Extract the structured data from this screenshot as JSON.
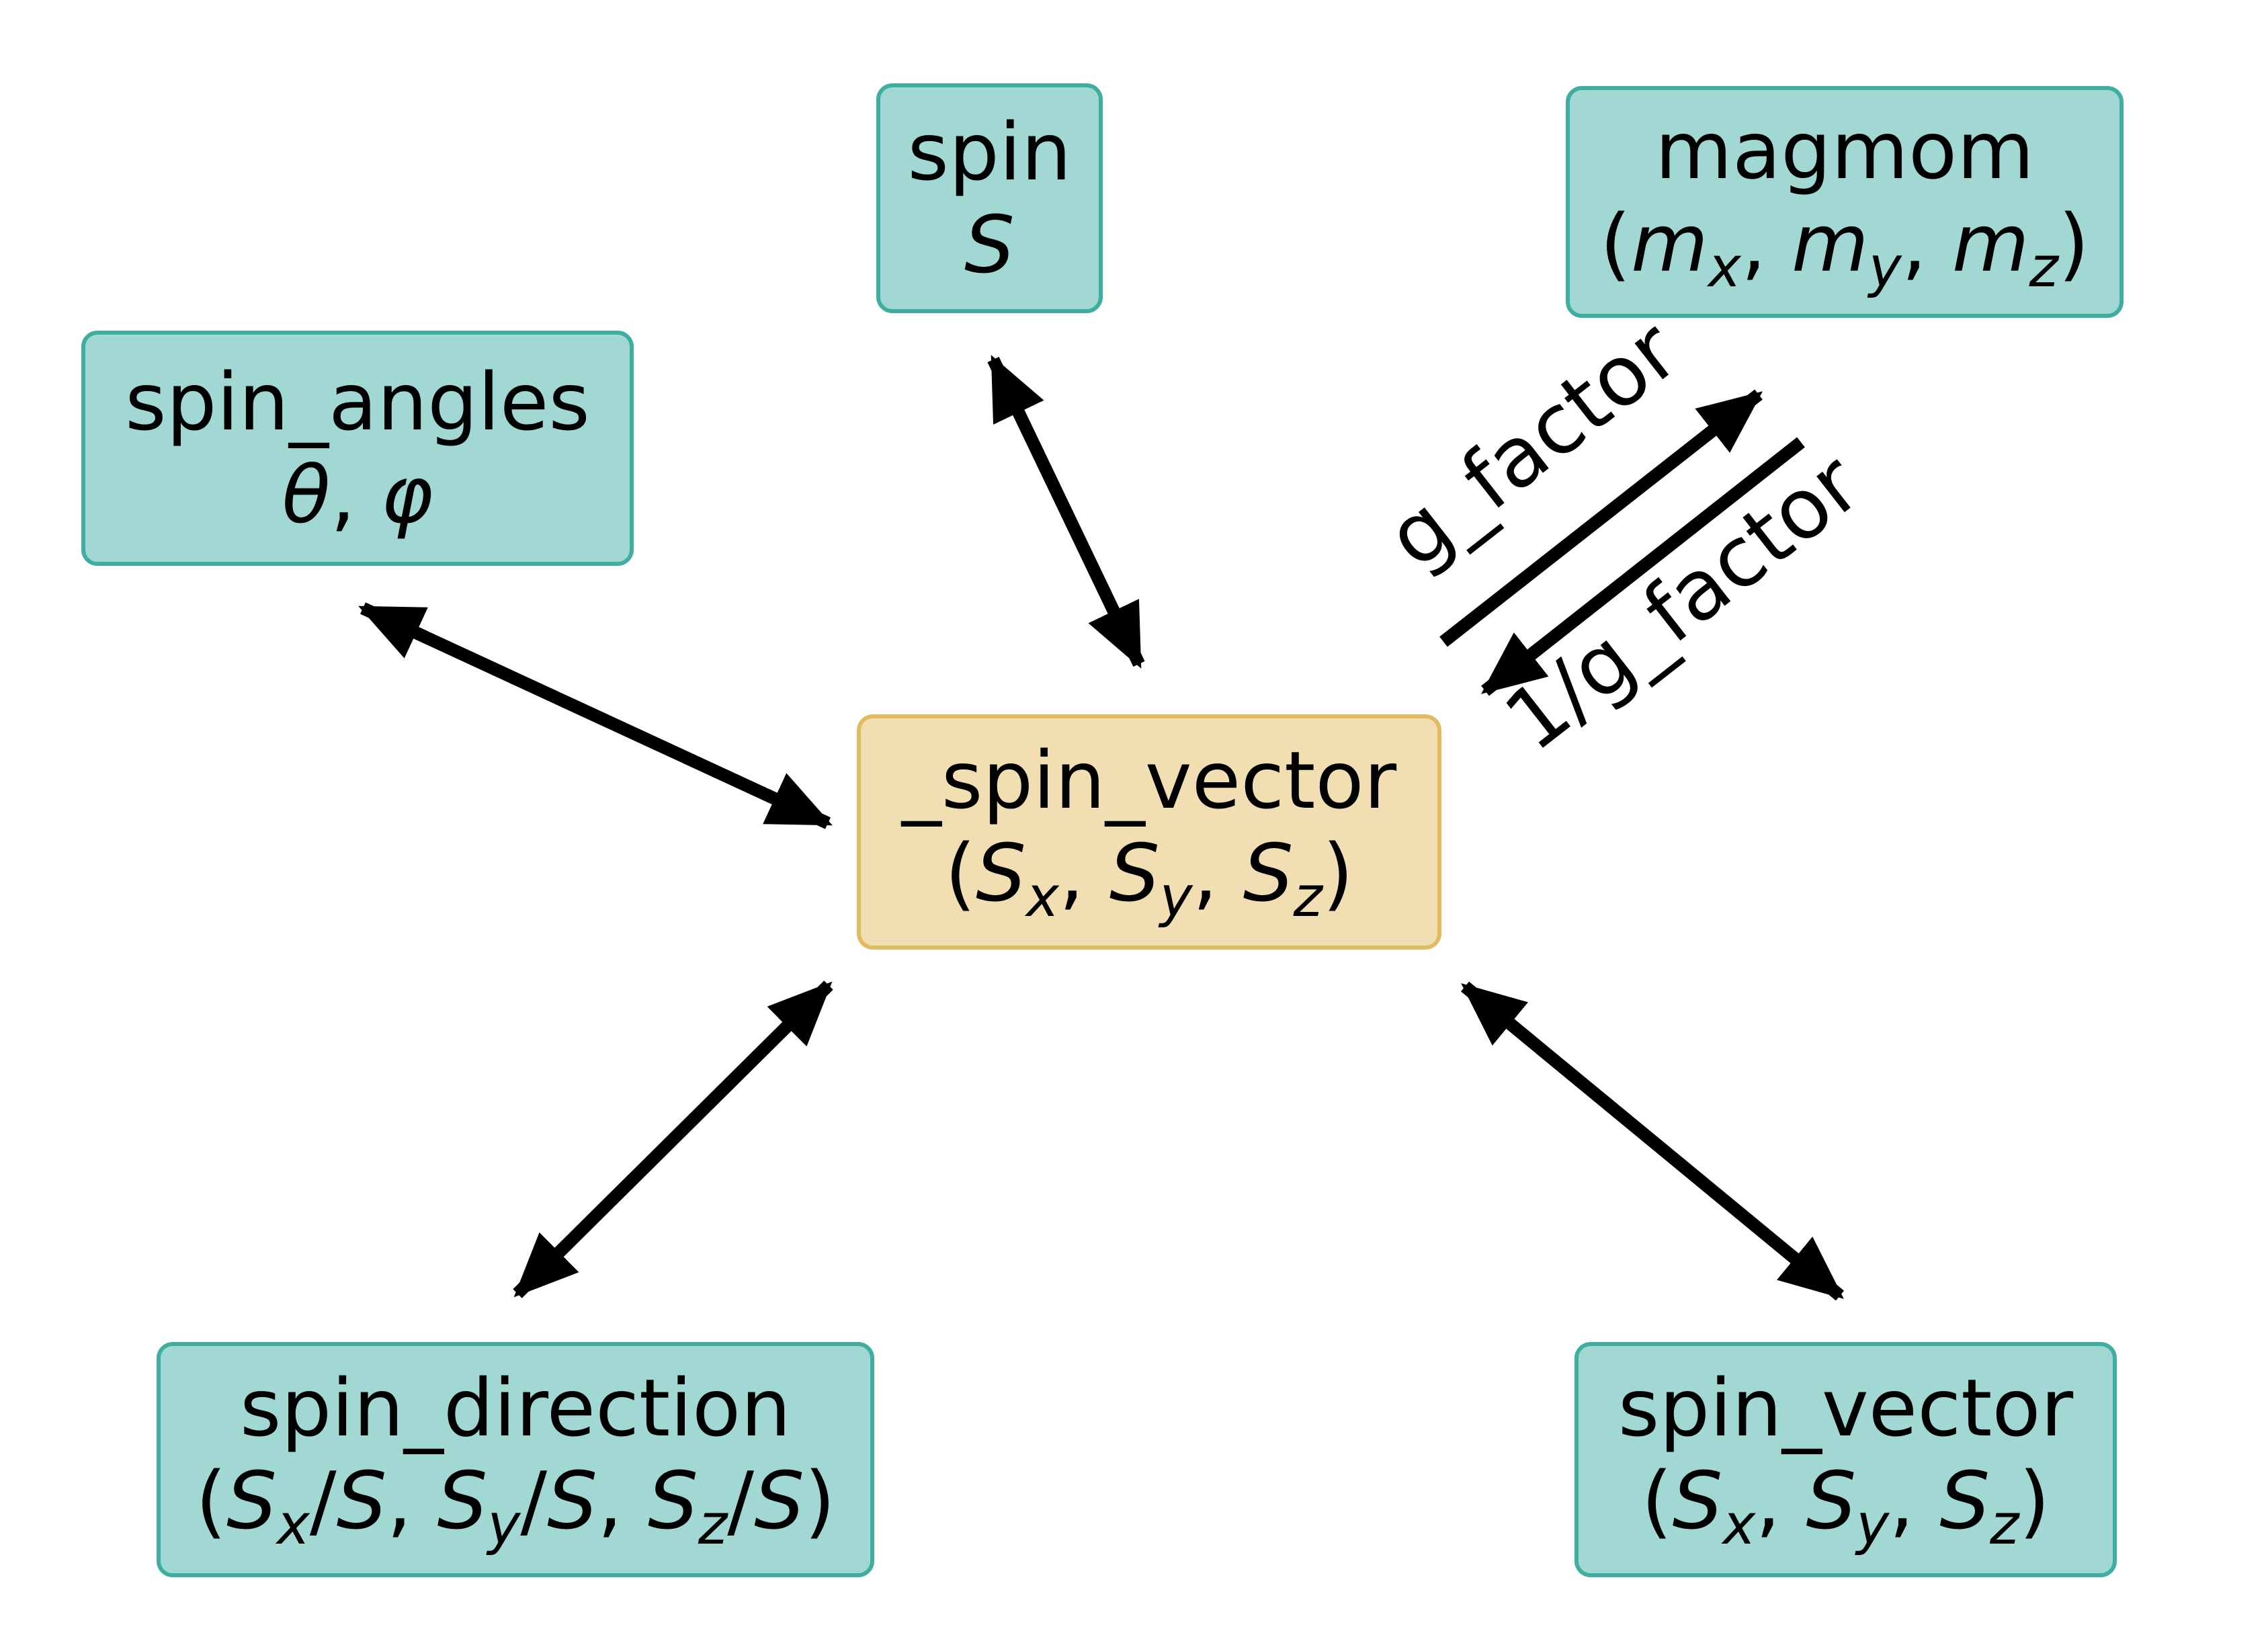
{
  "nodes": {
    "spin": {
      "name": "spin",
      "S": "S"
    },
    "magmom": {
      "name": "magmom",
      "m": "m",
      "x": "x",
      "y": "y",
      "z": "z"
    },
    "spin_angles": {
      "name": "spin_angles",
      "theta": "θ",
      "phi": "φ"
    },
    "center": {
      "name": "_spin_vector",
      "S": "S",
      "x": "x",
      "y": "y",
      "z": "z"
    },
    "spin_direction": {
      "name": "spin_direction",
      "S": "S",
      "x": "x",
      "y": "y",
      "z": "z"
    },
    "spin_vector": {
      "name": "spin_vector",
      "S": "S",
      "x": "x",
      "y": "y",
      "z": "z"
    }
  },
  "edges": {
    "to_magmom_label": "g_factor",
    "from_magmom_label": "1/g_factor"
  },
  "colors": {
    "node_fill": "#a1d8d3",
    "node_border": "#3fada0",
    "center_fill": "#f1dfb3",
    "center_border": "#e1bb60",
    "arrow": "#000000"
  }
}
